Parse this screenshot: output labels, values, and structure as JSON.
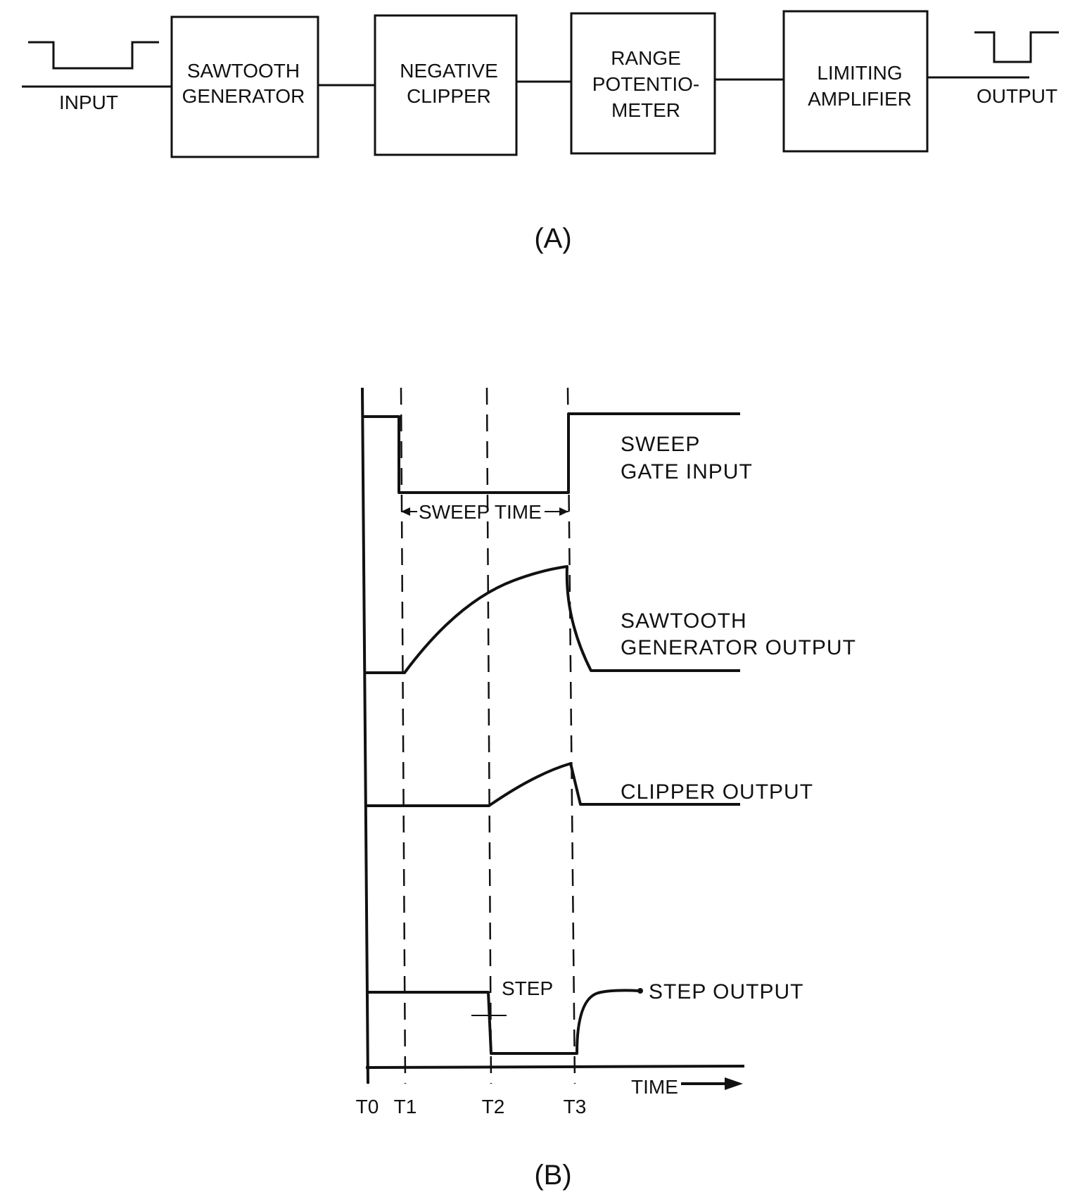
{
  "block_diagram": {
    "caption": "(A)",
    "input_label": "INPUT",
    "output_label": "OUTPUT",
    "blocks": [
      {
        "lines": [
          "SAWTOOTH",
          "GENERATOR"
        ]
      },
      {
        "lines": [
          "NEGATIVE",
          "CLIPPER"
        ]
      },
      {
        "lines": [
          "RANGE",
          "POTENTIO-",
          "METER"
        ]
      },
      {
        "lines": [
          "LIMITING",
          "AMPLIFIER"
        ]
      }
    ]
  },
  "timing_diagram": {
    "caption": "(B)",
    "sweep_gate": {
      "label_lines": [
        "SWEEP",
        "GATE  INPUT"
      ]
    },
    "sweep_time_label": "SWEEP  TIME",
    "sawtooth": {
      "label_lines": [
        "SAWTOOTH",
        "GENERATOR  OUTPUT"
      ]
    },
    "clipper": {
      "label": "CLIPPER  OUTPUT"
    },
    "step": {
      "label": "STEP  OUTPUT",
      "marker_label": "STEP"
    },
    "time_label": "TIME",
    "time_ticks": [
      "T0",
      "T1",
      "T2",
      "T3"
    ]
  }
}
